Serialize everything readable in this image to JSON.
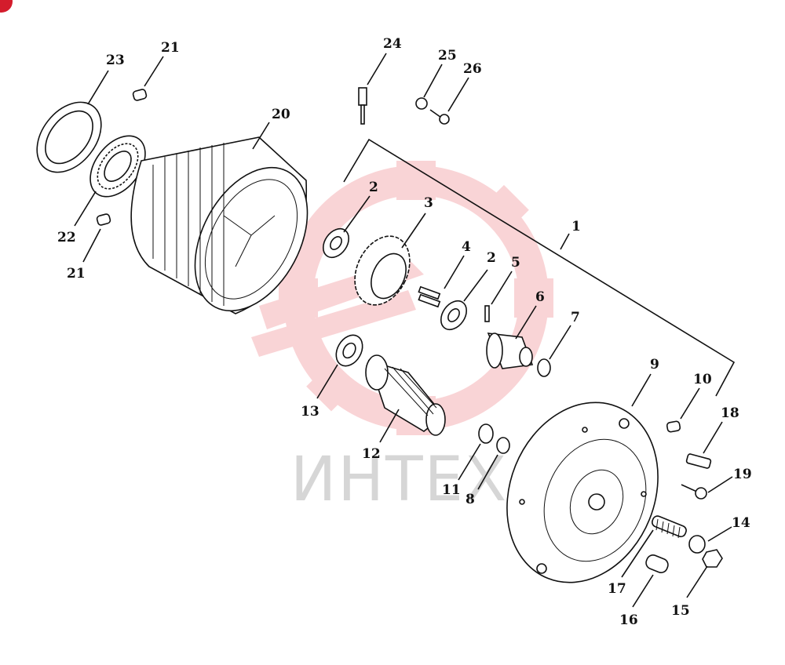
{
  "watermark": {
    "text": "ИНТЕХ",
    "color": "#e8404a"
  },
  "corner_badge_color": "#d41c2c",
  "callouts": {
    "c1": "1",
    "c2a": "2",
    "c2b": "2",
    "c3": "3",
    "c4": "4",
    "c5": "5",
    "c6": "6",
    "c7": "7",
    "c8": "8",
    "c9": "9",
    "c10": "10",
    "c11": "11",
    "c12": "12",
    "c13": "13",
    "c14": "14",
    "c15": "15",
    "c16": "16",
    "c17": "17",
    "c18": "18",
    "c19": "19",
    "c20": "20",
    "c21a": "21",
    "c21b": "21",
    "c22": "22",
    "c23": "23",
    "c24": "24",
    "c25": "25",
    "c26": "26"
  }
}
